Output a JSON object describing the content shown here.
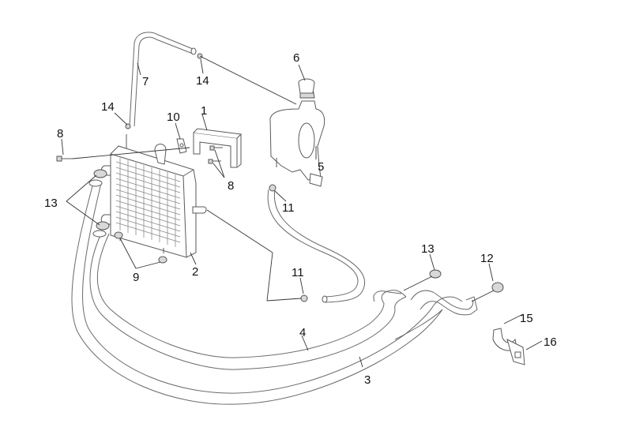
{
  "diagram": {
    "title": "Radiator / cooling system exploded view",
    "callouts": [
      {
        "id": "c1",
        "label": "1",
        "part": "radiator-bracket"
      },
      {
        "id": "c2",
        "label": "2",
        "part": "radiator"
      },
      {
        "id": "c3",
        "label": "3",
        "part": "coolant-hose-lower"
      },
      {
        "id": "c4",
        "label": "4",
        "part": "coolant-hose-upper"
      },
      {
        "id": "c5",
        "label": "5",
        "part": "expansion-tank"
      },
      {
        "id": "c6",
        "label": "6",
        "part": "expansion-tank-cap"
      },
      {
        "id": "c7",
        "label": "7",
        "part": "overflow-hose"
      },
      {
        "id": "c8a",
        "label": "8",
        "part": "screw"
      },
      {
        "id": "c8b",
        "label": "8",
        "part": "screw"
      },
      {
        "id": "c9",
        "label": "9",
        "part": "rubber-grommet"
      },
      {
        "id": "c10",
        "label": "10",
        "part": "bracket-clip"
      },
      {
        "id": "c11a",
        "label": "11",
        "part": "hose-clamp-small"
      },
      {
        "id": "c11b",
        "label": "11",
        "part": "hose-clamp-small"
      },
      {
        "id": "c12",
        "label": "12",
        "part": "hose-clamp"
      },
      {
        "id": "c13a",
        "label": "13",
        "part": "hose-clamp"
      },
      {
        "id": "c13b",
        "label": "13",
        "part": "hose-clamp"
      },
      {
        "id": "c14a",
        "label": "14",
        "part": "hose-clip"
      },
      {
        "id": "c14b",
        "label": "14",
        "part": "hose-clip"
      },
      {
        "id": "c15",
        "label": "15",
        "part": "hose-holder"
      },
      {
        "id": "c16",
        "label": "16",
        "part": "holder-clip"
      }
    ]
  }
}
